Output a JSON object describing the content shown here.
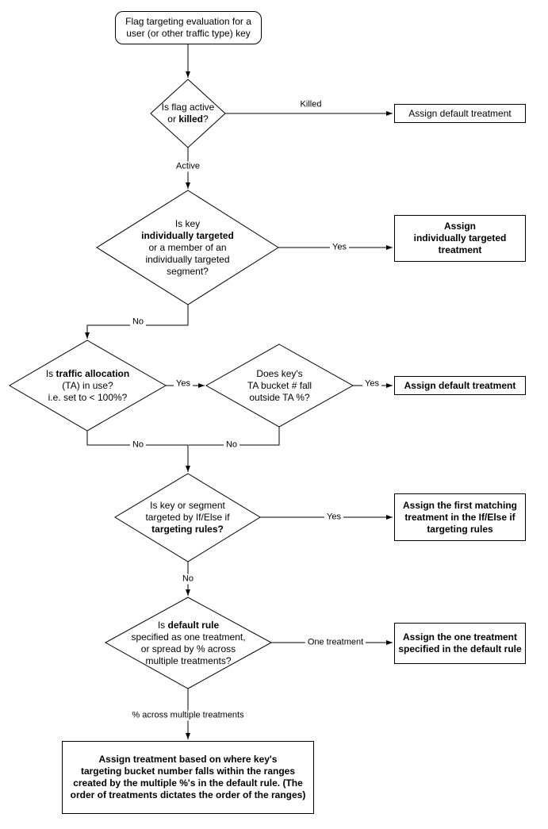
{
  "title": "Flag targeting evaluation flowchart",
  "colors": {
    "stroke": "#000000",
    "fill": "#ffffff",
    "text": "#000000",
    "background": "#ffffff"
  },
  "nodes": {
    "start": {
      "l1": "Flag targeting evaluation for a",
      "l2": "user (or other traffic type) key"
    },
    "d1": {
      "l1": "Is flag active",
      "l2a": "or",
      "l2b": "killed",
      "l2c": "?"
    },
    "r1": {
      "l1": "Assign default treatment"
    },
    "d2": {
      "l1": "Is key",
      "l2": "individually targeted",
      "l3": "or a member of an",
      "l4": "individually targeted",
      "l5": "segment?"
    },
    "r2": {
      "l1": "Assign",
      "l2": "individually targeted",
      "l3": "treatment"
    },
    "d3": {
      "l1a": "Is",
      "l1b": "traffic allocation",
      "l2": "(TA) in use?",
      "l3": "i.e. set to < 100%?"
    },
    "d4": {
      "l1": "Does key's",
      "l2": "TA bucket # fall",
      "l3": "outside TA %?"
    },
    "r3": {
      "l1": "Assign default treatment"
    },
    "d5": {
      "l1": "Is key or segment",
      "l2": "targeted by If/Else if",
      "l3": "targeting rules?"
    },
    "r4": {
      "l1": "Assign the first matching",
      "l2": "treatment in the If/Else if",
      "l3": "targeting rules"
    },
    "d6": {
      "l1a": "Is",
      "l1b": "default rule",
      "l2": "specified as one treatment,",
      "l3": "or spread by % across",
      "l4": "multiple treatments?"
    },
    "r5": {
      "l1": "Assign the one treatment",
      "l2": "specified in the default rule"
    },
    "r6": {
      "l1": "Assign treatment based on where key's",
      "l2": "targeting bucket number falls within the ranges",
      "l3": "created by the multiple %'s in the default rule. (The",
      "l4": "order of treatments dictates the order of the ranges)"
    }
  },
  "edge_labels": {
    "killed": "Killed",
    "active": "Active",
    "yes_individually_targeted": "Yes",
    "no_individually_targeted": "No",
    "yes_traffic_allocation": "Yes",
    "yes_outside_ta": "Yes",
    "no_traffic_allocation": "No",
    "no_outside_ta": "No",
    "yes_targeting_rules": "Yes",
    "no_targeting_rules": "No",
    "one_treatment": "One treatment",
    "pct_across": "% across multiple treatments"
  }
}
